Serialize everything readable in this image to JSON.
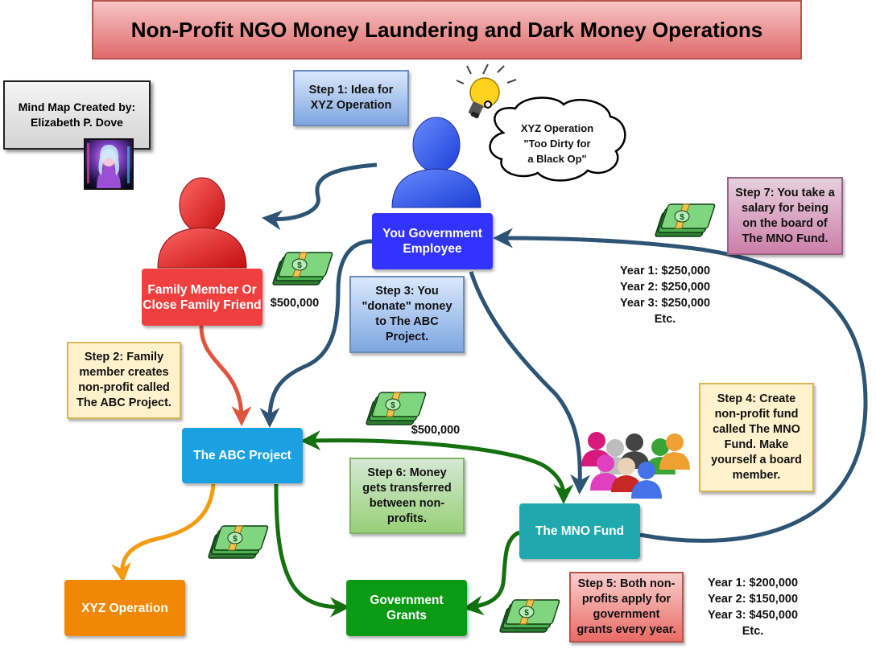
{
  "title": "Non-Profit NGO Money Laundering and Dark Money Operations",
  "credit": {
    "line1": "Mind Map Created by:",
    "line2": "Elizabeth P. Dove"
  },
  "steps": {
    "step1": "Step 1: Idea for XYZ Operation",
    "step2": "Step 2: Family member creates non-profit called The ABC Project.",
    "step3": "Step 3: You \"donate\" money to The ABC Project.",
    "step4": "Step 4: Create non-profit fund called The MNO Fund. Make yourself a board member.",
    "step5": "Step 5: Both non-profits apply for government grants every year.",
    "step6": "Step 6: Money gets transferred between non-profits.",
    "step7": "Step 7: You take a salary for being on the board of The MNO Fund."
  },
  "thought_bubble": {
    "line1": "XYZ Operation",
    "line2": "\"Too Dirty for",
    "line3": "a Black Op\""
  },
  "nodes": {
    "you": "You Government Employee",
    "family": "Family Member Or Close Family Friend",
    "abc": "The ABC Project",
    "mno": "The MNO Fund",
    "xyz": "XYZ Operation",
    "grants": "Government Grants"
  },
  "amounts": {
    "donation": "$500,000",
    "transfer": "$500,000"
  },
  "salary": {
    "year1": "Year 1: $250,000",
    "year2": "Year 2: $250,000",
    "year3": "Year 3: $250,000",
    "etc": "Etc."
  },
  "grants_amounts": {
    "year1": "Year 1: $200,000",
    "year2": "Year 2: $150,000",
    "year3": "Year 3: $450,000",
    "etc": "Etc."
  },
  "colors": {
    "you_node": "#3333ff",
    "family_node": "#ef3f3f",
    "abc_node": "#1ba1e2",
    "mno_node": "#1fa8ad",
    "xyz_node": "#f08705",
    "grants_node": "#0a9a14",
    "arrow_blue": "#2d5474",
    "arrow_green": "#15700f",
    "arrow_orange": "#f39c12",
    "arrow_red": "#e0533d"
  },
  "icons": [
    "person-icon-blue",
    "person-icon-red",
    "lightbulb-icon",
    "thought-bubble",
    "money-stack-icon",
    "group-people-icon"
  ]
}
